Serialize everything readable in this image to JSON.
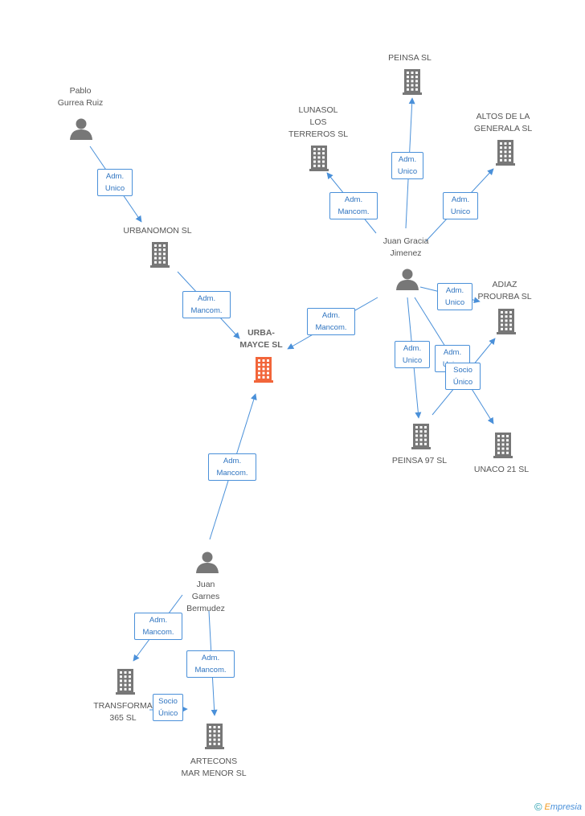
{
  "colors": {
    "edge": "#4a90d9",
    "company": "#777777",
    "company_focus": "#f2653a",
    "person": "#777777"
  },
  "nodes": [
    {
      "id": "pablo",
      "type": "person",
      "label": "Pablo\nGurrea Ruiz"
    },
    {
      "id": "urbanomon",
      "type": "company",
      "label": "URBANOMON SL"
    },
    {
      "id": "urbamayce",
      "type": "company",
      "label": "URBA-\nMAYCE SL",
      "focus": true
    },
    {
      "id": "juangarnes",
      "type": "person",
      "label": "Juan\nGarnes\nBermudez"
    },
    {
      "id": "transforma",
      "type": "company",
      "label": "TRANSFORMA\n365 SL"
    },
    {
      "id": "artecons",
      "type": "company",
      "label": "ARTECONS\nMAR MENOR SL"
    },
    {
      "id": "juangracia",
      "type": "person",
      "label": "Juan Gracia\nJimenez"
    },
    {
      "id": "peinsa",
      "type": "company",
      "label": "PEINSA SL"
    },
    {
      "id": "lunasol",
      "type": "company",
      "label": "LUNASOL\nLOS\nTERREROS SL"
    },
    {
      "id": "altos",
      "type": "company",
      "label": "ALTOS DE LA\nGENERALA SL"
    },
    {
      "id": "adiaz",
      "type": "company",
      "label": "ADIAZ\nPROURBA SL"
    },
    {
      "id": "peinsa97",
      "type": "company",
      "label": "PEINSA 97 SL"
    },
    {
      "id": "unaco",
      "type": "company",
      "label": "UNACO 21 SL"
    }
  ],
  "edges": [
    {
      "from": "pablo",
      "to": "urbanomon",
      "label": "Adm.\nUnico"
    },
    {
      "from": "urbanomon",
      "to": "urbamayce",
      "label": "Adm.\nMancom."
    },
    {
      "from": "juangracia",
      "to": "urbamayce",
      "label": "Adm.\nMancom."
    },
    {
      "from": "juangarnes",
      "to": "urbamayce",
      "label": "Adm.\nMancom."
    },
    {
      "from": "juangarnes",
      "to": "transforma",
      "label": "Adm.\nMancom."
    },
    {
      "from": "juangarnes",
      "to": "artecons",
      "label": "Adm.\nMancom."
    },
    {
      "from": "transforma",
      "to": "artecons",
      "label": "Socio\nÚnico"
    },
    {
      "from": "juangracia",
      "to": "peinsa",
      "label": "Adm.\nUnico"
    },
    {
      "from": "juangracia",
      "to": "lunasol",
      "label": "Adm.\nMancom."
    },
    {
      "from": "juangracia",
      "to": "altos",
      "label": "Adm.\nUnico"
    },
    {
      "from": "juangracia",
      "to": "adiaz",
      "label": "Adm.\nUnico"
    },
    {
      "from": "juangracia",
      "to": "peinsa97",
      "label": "Adm.\nUnico"
    },
    {
      "from": "juangracia",
      "to": "unaco",
      "label": "Adm.\nUnico"
    },
    {
      "from": "peinsa97",
      "to": "adiaz",
      "label": "Socio\nÚnico"
    }
  ],
  "footer": {
    "copyright": "©",
    "brand_e": "E",
    "brand_rest": "mpresia"
  }
}
